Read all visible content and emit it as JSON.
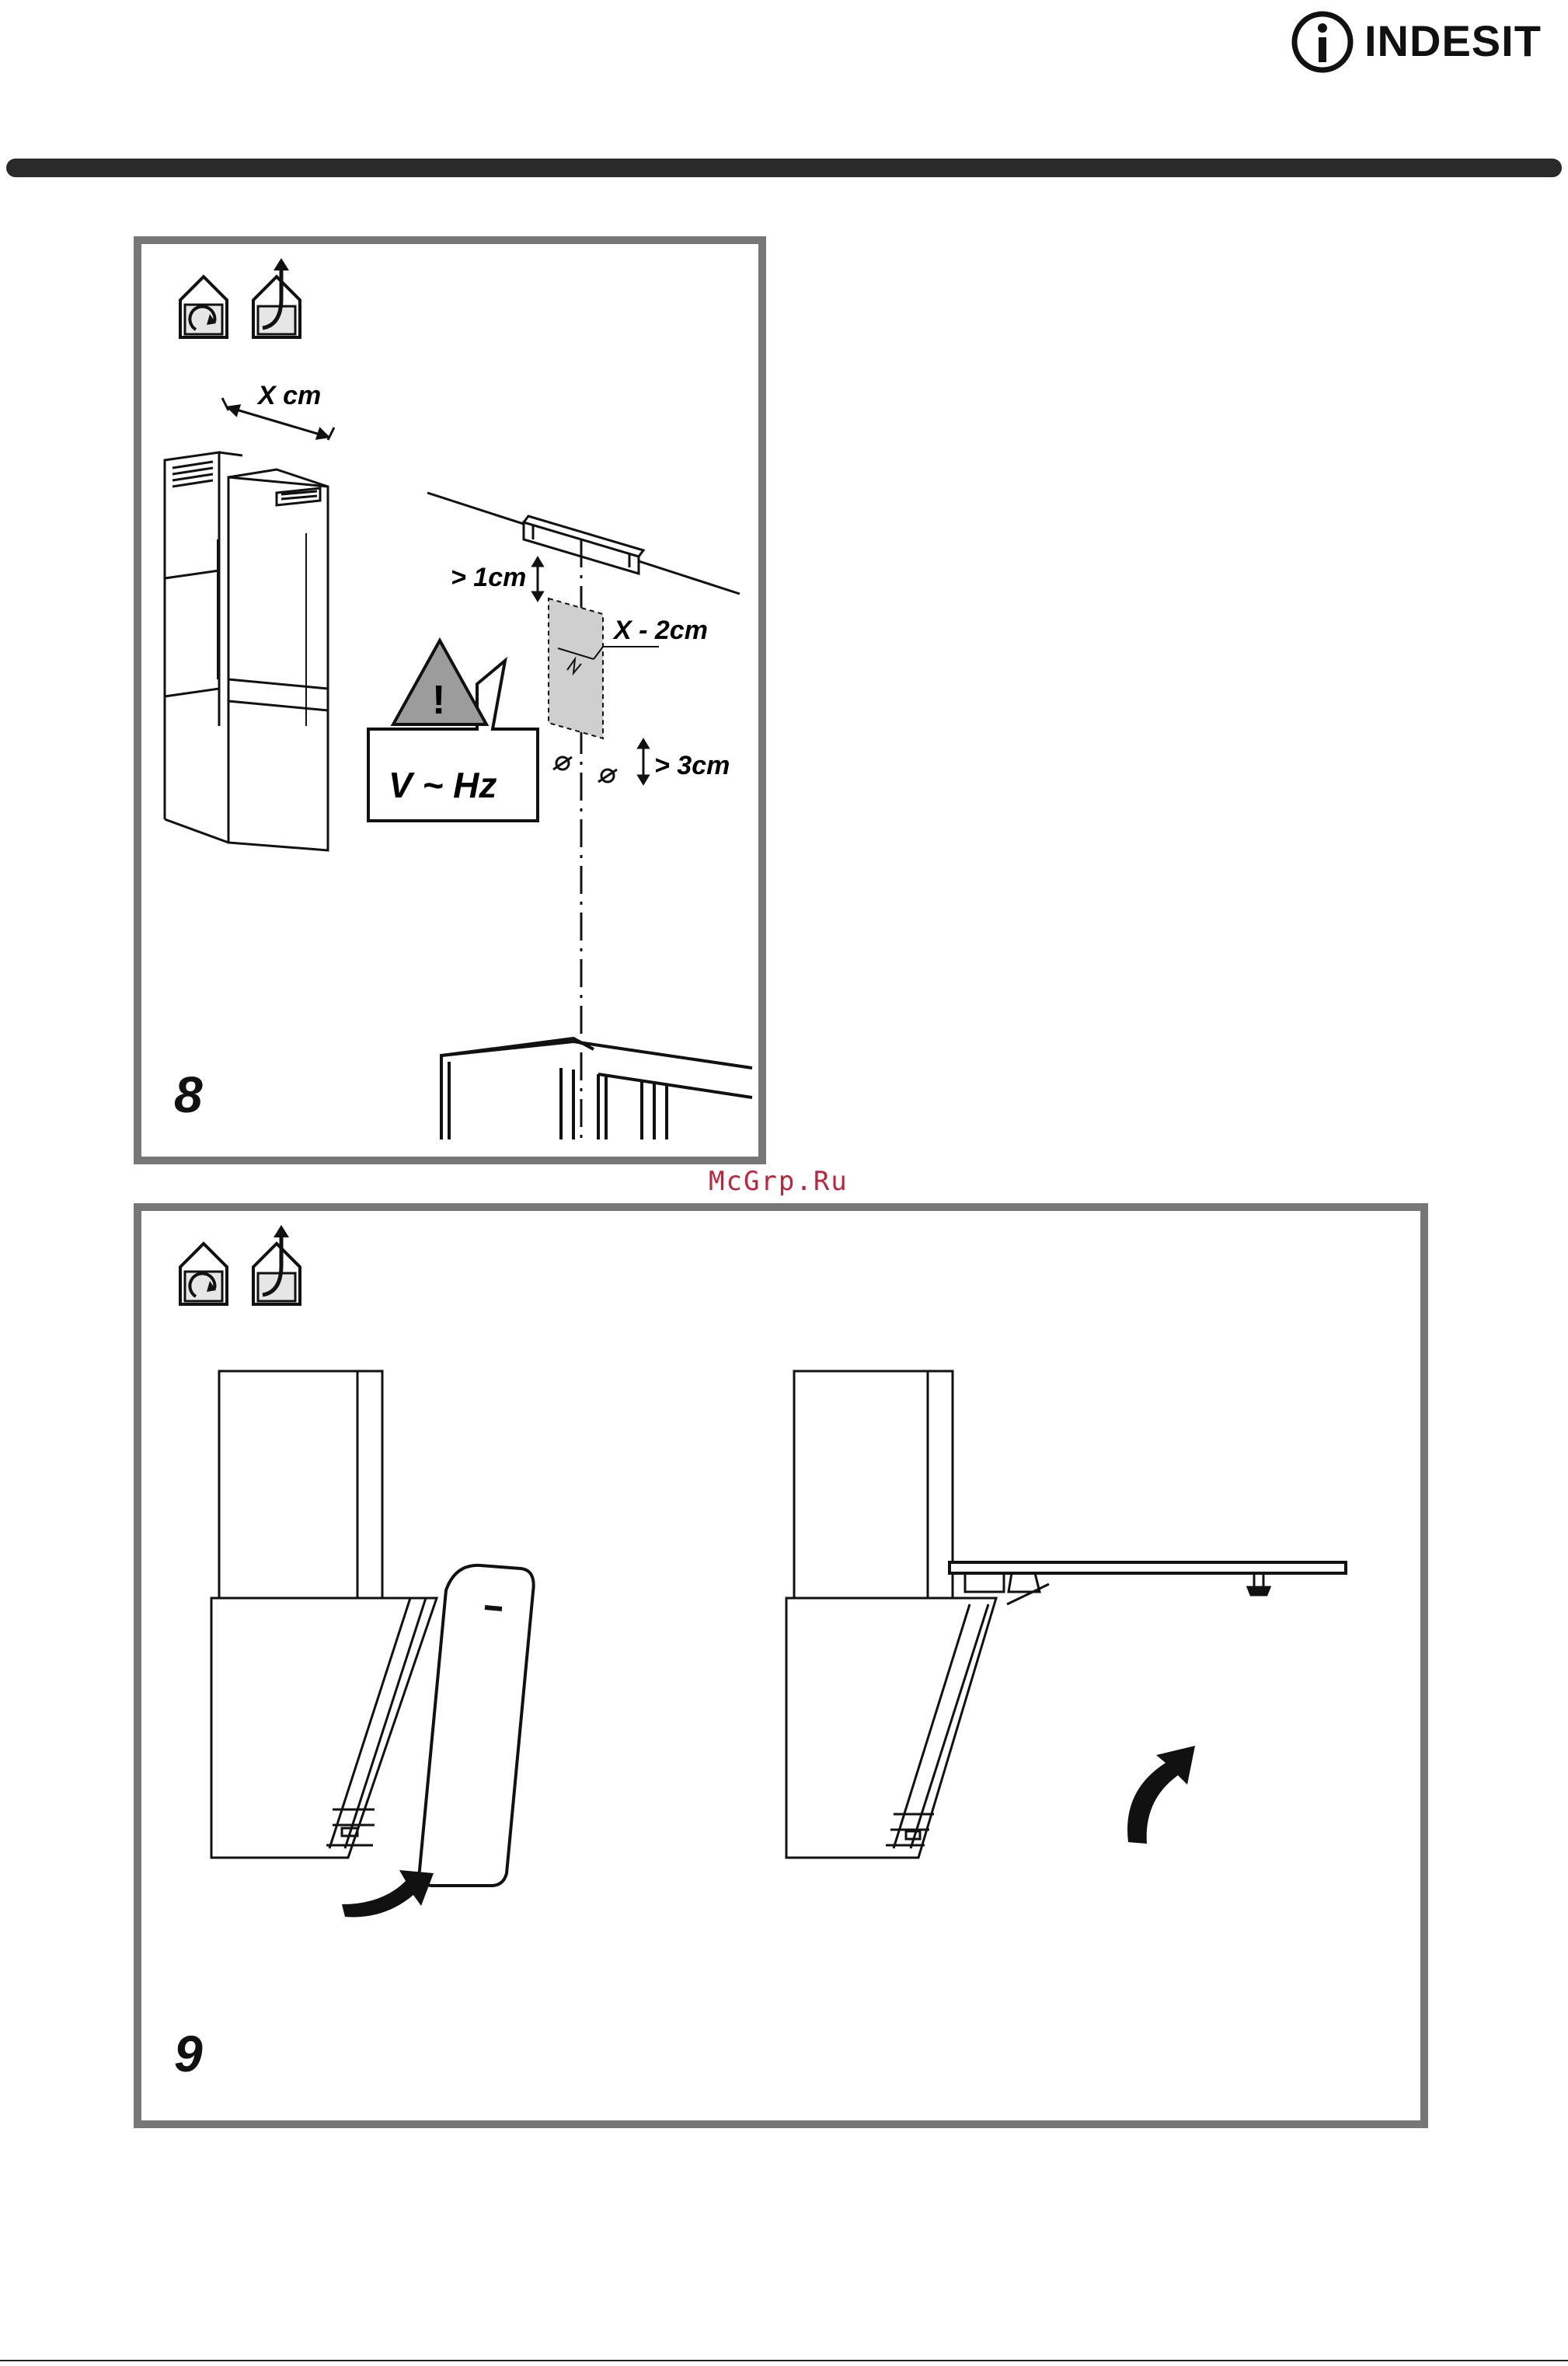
{
  "header": {
    "brand": "INDESIT"
  },
  "watermark": "McGrp.Ru",
  "figure8": {
    "number": "8",
    "labels": {
      "width": "X cm",
      "gap_top": "> 1cm",
      "zone": "X - 2cm",
      "gap_bottom": "> 3cm",
      "warning_mark": "!",
      "power": "V  ~  Hz"
    },
    "icons": [
      "recirculation-icon",
      "extraction-icon"
    ]
  },
  "figure9": {
    "number": "9",
    "icons": [
      "recirculation-icon",
      "extraction-icon"
    ]
  },
  "colors": {
    "frame": "#777777",
    "bar": "#2a2a2a",
    "watermark": "#c0243a",
    "zone_fill": "#cfcfcf"
  }
}
